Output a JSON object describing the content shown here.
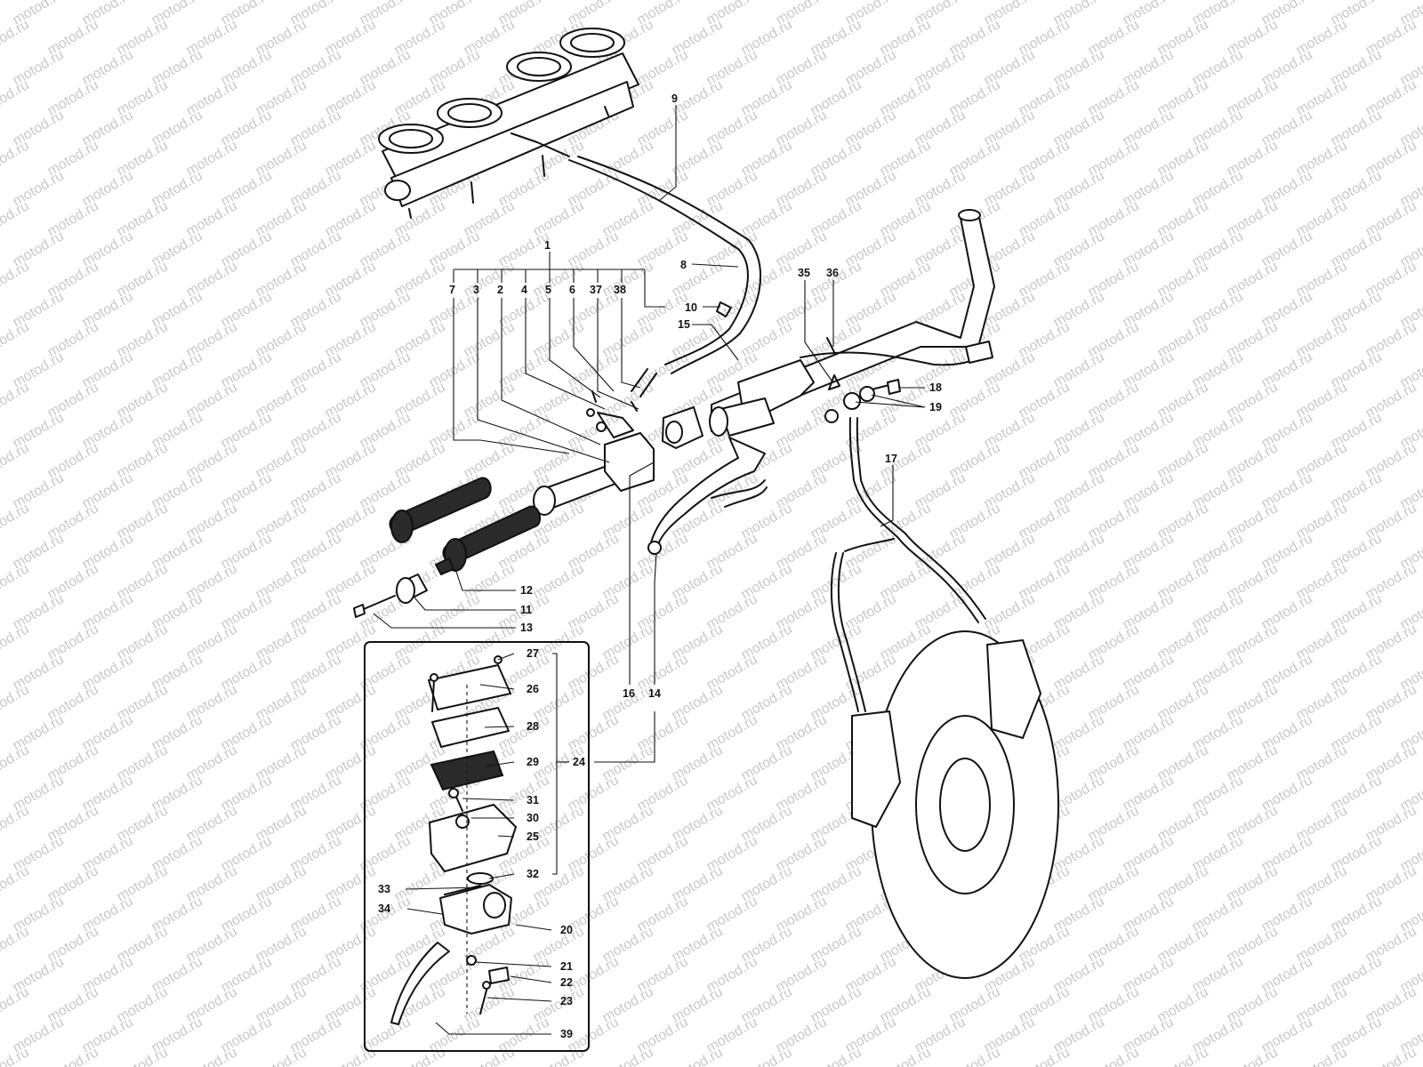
{
  "watermark": {
    "text": "motod.ru"
  },
  "callouts": [
    {
      "id": "c1",
      "label": "1"
    },
    {
      "id": "c7",
      "label": "7"
    },
    {
      "id": "c3",
      "label": "3"
    },
    {
      "id": "c2",
      "label": "2"
    },
    {
      "id": "c4",
      "label": "4"
    },
    {
      "id": "c5",
      "label": "5"
    },
    {
      "id": "c6",
      "label": "6"
    },
    {
      "id": "c37",
      "label": "37"
    },
    {
      "id": "c38",
      "label": "38"
    },
    {
      "id": "c9",
      "label": "9"
    },
    {
      "id": "c8",
      "label": "8"
    },
    {
      "id": "c10",
      "label": "10"
    },
    {
      "id": "c15",
      "label": "15"
    },
    {
      "id": "c35",
      "label": "35"
    },
    {
      "id": "c36",
      "label": "36"
    },
    {
      "id": "c18",
      "label": "18"
    },
    {
      "id": "c19",
      "label": "19"
    },
    {
      "id": "c17",
      "label": "17"
    },
    {
      "id": "c12",
      "label": "12"
    },
    {
      "id": "c11",
      "label": "11"
    },
    {
      "id": "c13",
      "label": "13"
    },
    {
      "id": "c16",
      "label": "16"
    },
    {
      "id": "c14",
      "label": "14"
    },
    {
      "id": "c27",
      "label": "27"
    },
    {
      "id": "c26",
      "label": "26"
    },
    {
      "id": "c28",
      "label": "28"
    },
    {
      "id": "c29",
      "label": "29"
    },
    {
      "id": "c24",
      "label": "24"
    },
    {
      "id": "c31",
      "label": "31"
    },
    {
      "id": "c30",
      "label": "30"
    },
    {
      "id": "c25",
      "label": "25"
    },
    {
      "id": "c32",
      "label": "32"
    },
    {
      "id": "c33",
      "label": "33"
    },
    {
      "id": "c34",
      "label": "34"
    },
    {
      "id": "c20",
      "label": "20"
    },
    {
      "id": "c21",
      "label": "21"
    },
    {
      "id": "c22",
      "label": "22"
    },
    {
      "id": "c23",
      "label": "23"
    },
    {
      "id": "c39",
      "label": "39"
    }
  ]
}
